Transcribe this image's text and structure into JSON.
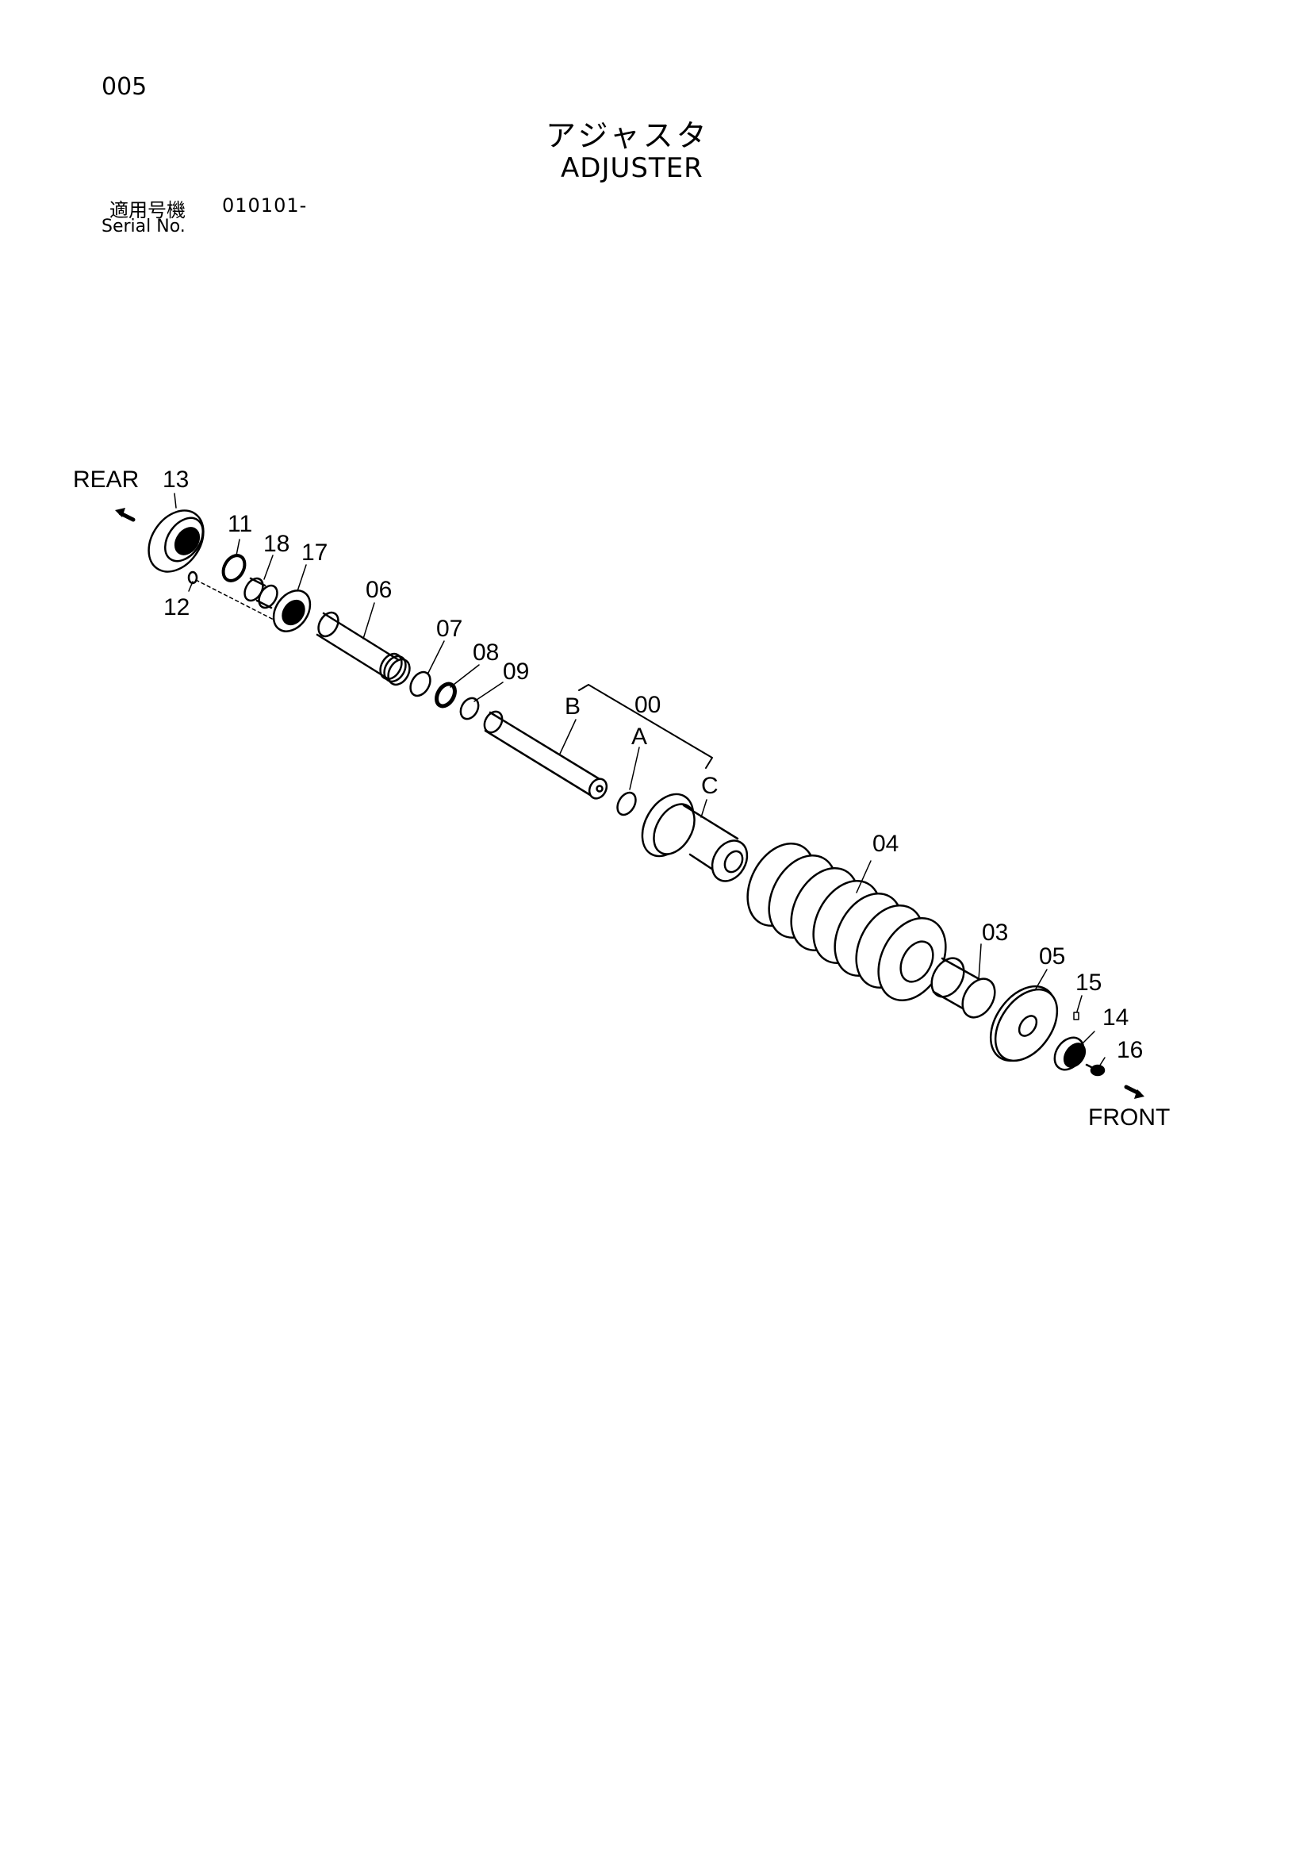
{
  "header": {
    "page_number": "005",
    "title_jp": "アジャスタ",
    "title_en": "ADJUSTER",
    "serial_label_jp": "適用号機",
    "serial_label_en": "Serial No.",
    "serial_value": "010101-"
  },
  "diagram": {
    "direction_rear": "REAR",
    "direction_front": "FRONT",
    "parts": [
      {
        "id": "part-13",
        "label": "13"
      },
      {
        "id": "part-11",
        "label": "11"
      },
      {
        "id": "part-18",
        "label": "18"
      },
      {
        "id": "part-17",
        "label": "17"
      },
      {
        "id": "part-12",
        "label": "12"
      },
      {
        "id": "part-06",
        "label": "06"
      },
      {
        "id": "part-07",
        "label": "07"
      },
      {
        "id": "part-08",
        "label": "08"
      },
      {
        "id": "part-09",
        "label": "09"
      },
      {
        "id": "part-00",
        "label": "00"
      },
      {
        "id": "part-B",
        "label": "B"
      },
      {
        "id": "part-A",
        "label": "A"
      },
      {
        "id": "part-C",
        "label": "C"
      },
      {
        "id": "part-04",
        "label": "04"
      },
      {
        "id": "part-03",
        "label": "03"
      },
      {
        "id": "part-05",
        "label": "05"
      },
      {
        "id": "part-15",
        "label": "15"
      },
      {
        "id": "part-14",
        "label": "14"
      },
      {
        "id": "part-16",
        "label": "16"
      }
    ]
  }
}
